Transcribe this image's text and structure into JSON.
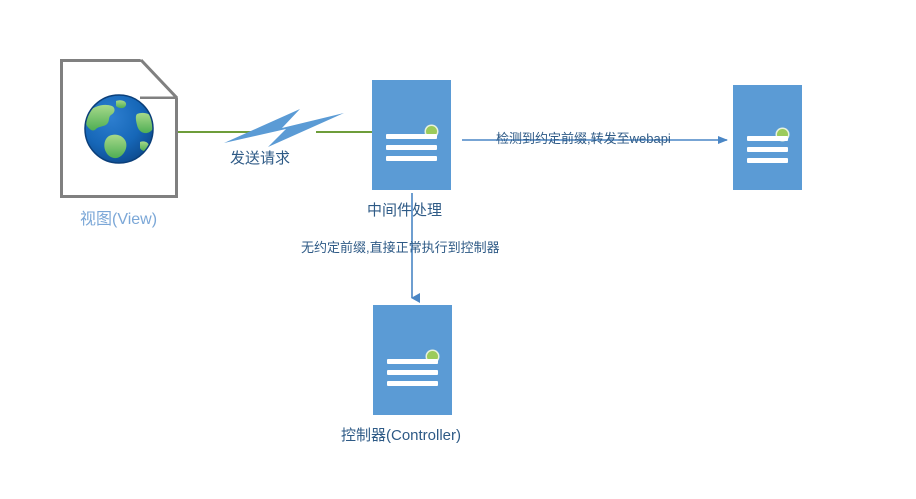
{
  "diagram": {
    "title_present": false,
    "colors": {
      "server_blue": "#5B9BD5",
      "led_green": "#9CCB5B",
      "connector_green": "#6E9D3A",
      "label_blue": "#2E5A86",
      "muted_label_blue": "#7BA7D7",
      "document_border_gray": "#808080",
      "arrow_blue": "#4A86C5"
    },
    "nodes": {
      "view": {
        "label": "视图(View)",
        "icon": "globe-document-icon"
      },
      "middleware": {
        "label": "中间件处理",
        "icon": "server-icon"
      },
      "webapi": {
        "label": "",
        "icon": "server-icon"
      },
      "controller": {
        "label": "控制器(Controller)",
        "icon": "server-icon"
      }
    },
    "edges": {
      "request": {
        "label": "发送请求",
        "icon": "lightning-bolt-icon"
      },
      "to_webapi": {
        "label": "检测到约定前缀,转发至webapi"
      },
      "to_controller": {
        "label": "无约定前缀,直接正常执行到控制器"
      }
    }
  }
}
